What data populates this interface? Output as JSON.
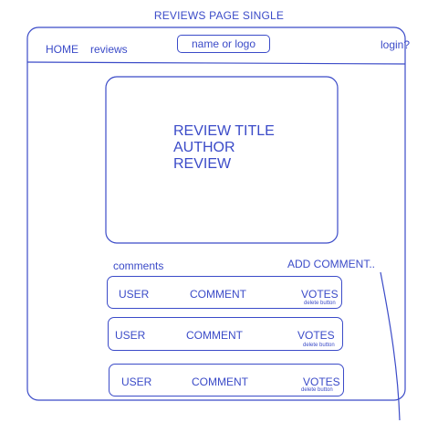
{
  "page_title": "REVIEWS PAGE SINGLE",
  "nav": {
    "home": "HOME",
    "reviews": "reviews",
    "logo": "name or logo",
    "login": "login?"
  },
  "review": {
    "title": "REVIEW TITLE",
    "author": "AUTHOR",
    "body": "REVIEW"
  },
  "comments": {
    "label": "comments",
    "add_label": "ADD COMMENT..",
    "items": [
      {
        "user": "USER",
        "comment": "COMMENT",
        "votes": "VOTES",
        "delete": "delete button"
      },
      {
        "user": "USER",
        "comment": "COMMENT",
        "votes": "VOTES",
        "delete": "delete button"
      },
      {
        "user": "USER",
        "comment": "COMMENT",
        "votes": "VOTES",
        "delete": "delete button"
      }
    ]
  },
  "colors": {
    "ink": "#3b4bc8",
    "background": "#ffffff"
  }
}
